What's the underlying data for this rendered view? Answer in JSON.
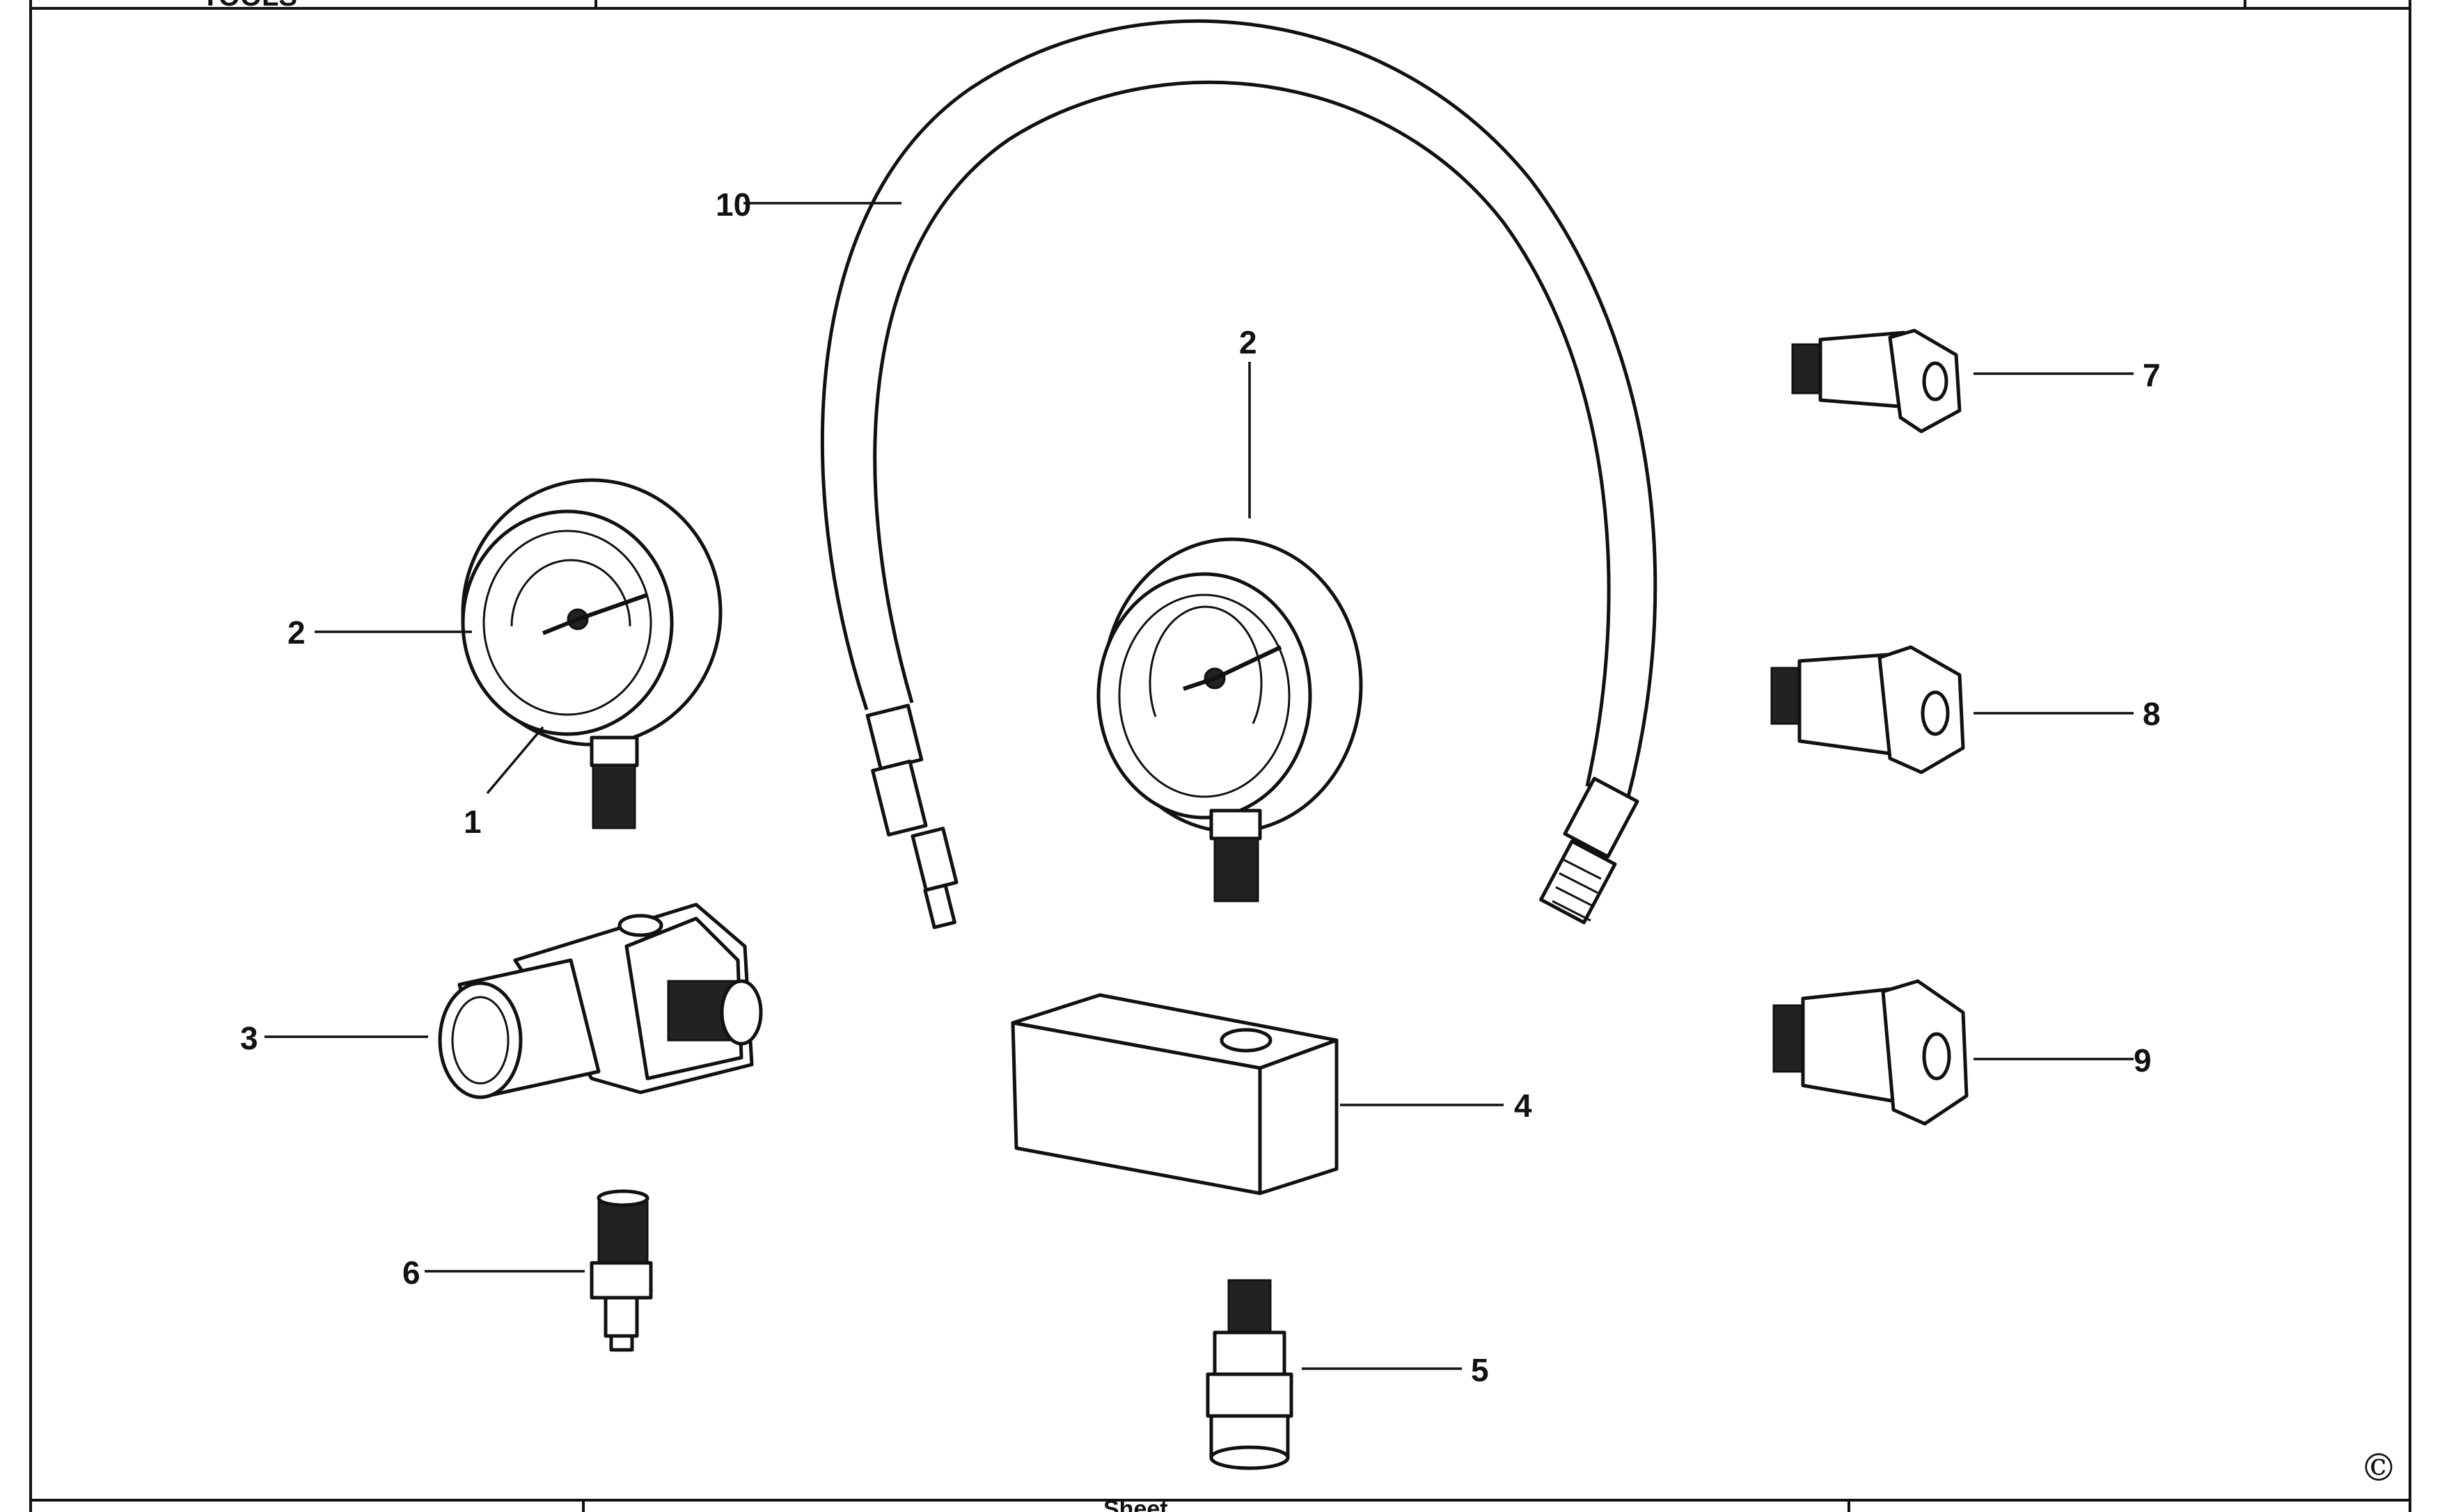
{
  "diagram": {
    "copyright_symbol": "©",
    "header_fragment": "TOOLS",
    "footer_fragment": "Sheet",
    "callouts": [
      {
        "id": "c1",
        "label": "1"
      },
      {
        "id": "c2a",
        "label": "2"
      },
      {
        "id": "c2b",
        "label": "2"
      },
      {
        "id": "c3",
        "label": "3"
      },
      {
        "id": "c4",
        "label": "4"
      },
      {
        "id": "c5",
        "label": "5"
      },
      {
        "id": "c6",
        "label": "6"
      },
      {
        "id": "c7",
        "label": "7"
      },
      {
        "id": "c8",
        "label": "8"
      },
      {
        "id": "c9",
        "label": "9"
      },
      {
        "id": "c10",
        "label": "10"
      }
    ]
  }
}
